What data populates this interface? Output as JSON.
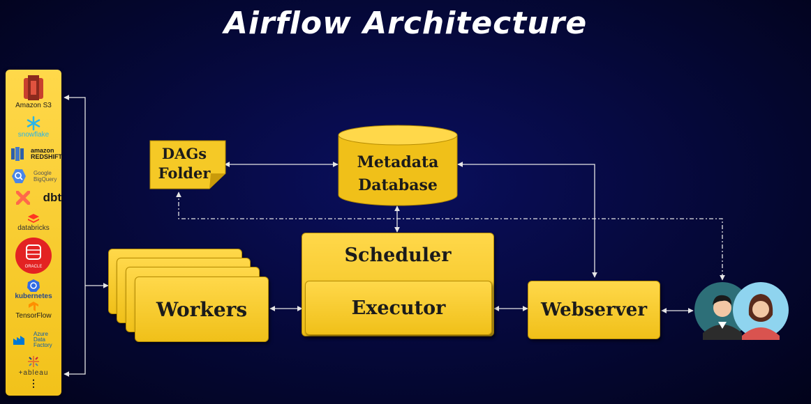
{
  "title": "Airflow Architecture",
  "sidebar": {
    "tools": [
      {
        "label": "Amazon S3",
        "icon": "amazon-s3-icon"
      },
      {
        "label": "snowflake",
        "icon": "snowflake-icon"
      },
      {
        "label": "amazon REDSHIFT",
        "icon": "redshift-icon"
      },
      {
        "label": "Google BigQuery",
        "icon": "bigquery-icon"
      },
      {
        "label": "dbt",
        "icon": "dbt-icon"
      },
      {
        "label": "databricks",
        "icon": "databricks-icon"
      },
      {
        "label": "ORACLE",
        "icon": "oracle-icon"
      },
      {
        "label": "kubernetes",
        "icon": "kubernetes-icon"
      },
      {
        "label": "TensorFlow",
        "icon": "tensorflow-icon"
      },
      {
        "label": "Azure Data Factory",
        "icon": "azure-data-factory-icon"
      },
      {
        "label": "+ableau",
        "icon": "tableau-icon"
      },
      {
        "label": "⋮",
        "icon": "more-icon"
      }
    ]
  },
  "components": {
    "dags_folder": {
      "line1": "DAGs",
      "line2": "Folder"
    },
    "metadata_db": {
      "line1": "Metadata",
      "line2": "Database"
    },
    "scheduler": "Scheduler",
    "executor": "Executor",
    "workers": "Workers",
    "webserver": "Webserver"
  },
  "users": {
    "icon": "users-icon"
  },
  "colors": {
    "background": "#050838",
    "box_fill": "#f5c926",
    "arrow": "#e6e6e6",
    "sidebar": "#f5c926"
  }
}
